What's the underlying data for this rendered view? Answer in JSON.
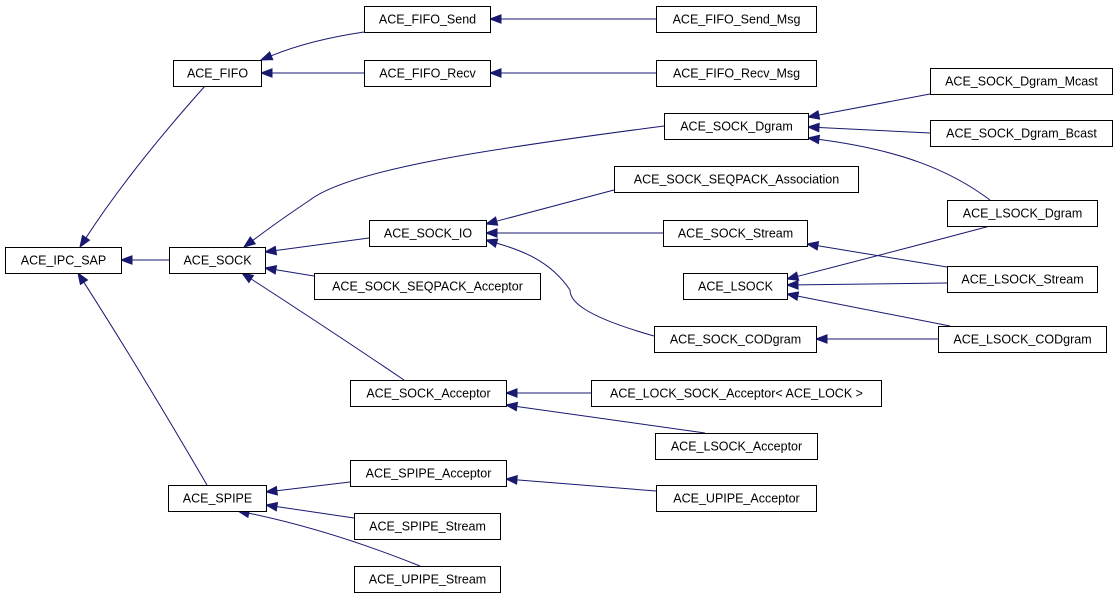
{
  "diagram": {
    "colors": {
      "edge": "#191970",
      "node_border": "#000000",
      "node_fill": "#ffffff"
    },
    "nodes": [
      {
        "id": "ipc_sap",
        "label": "ACE_IPC_SAP"
      },
      {
        "id": "fifo",
        "label": "ACE_FIFO"
      },
      {
        "id": "sock",
        "label": "ACE_SOCK"
      },
      {
        "id": "spipe",
        "label": "ACE_SPIPE"
      },
      {
        "id": "fifo_send",
        "label": "ACE_FIFO_Send"
      },
      {
        "id": "fifo_recv",
        "label": "ACE_FIFO_Recv"
      },
      {
        "id": "fifo_send_msg",
        "label": "ACE_FIFO_Send_Msg"
      },
      {
        "id": "fifo_recv_msg",
        "label": "ACE_FIFO_Recv_Msg"
      },
      {
        "id": "sock_dgram",
        "label": "ACE_SOCK_Dgram"
      },
      {
        "id": "sock_dgram_mcast",
        "label": "ACE_SOCK_Dgram_Mcast"
      },
      {
        "id": "sock_dgram_bcast",
        "label": "ACE_SOCK_Dgram_Bcast"
      },
      {
        "id": "sock_seqpack_assoc",
        "label": "ACE_SOCK_SEQPACK_Association"
      },
      {
        "id": "sock_io",
        "label": "ACE_SOCK_IO"
      },
      {
        "id": "sock_stream",
        "label": "ACE_SOCK_Stream"
      },
      {
        "id": "lsock_dgram",
        "label": "ACE_LSOCK_Dgram"
      },
      {
        "id": "lsock",
        "label": "ACE_LSOCK"
      },
      {
        "id": "lsock_stream",
        "label": "ACE_LSOCK_Stream"
      },
      {
        "id": "sock_seqpack_acceptor",
        "label": "ACE_SOCK_SEQPACK_Acceptor"
      },
      {
        "id": "sock_codgram",
        "label": "ACE_SOCK_CODgram"
      },
      {
        "id": "lsock_codgram",
        "label": "ACE_LSOCK_CODgram"
      },
      {
        "id": "sock_acceptor",
        "label": "ACE_SOCK_Acceptor"
      },
      {
        "id": "lock_sock_acceptor",
        "label": "ACE_LOCK_SOCK_Acceptor< ACE_LOCK >"
      },
      {
        "id": "lsock_acceptor",
        "label": "ACE_LSOCK_Acceptor"
      },
      {
        "id": "spipe_acceptor",
        "label": "ACE_SPIPE_Acceptor"
      },
      {
        "id": "upipe_acceptor",
        "label": "ACE_UPIPE_Acceptor"
      },
      {
        "id": "spipe_stream",
        "label": "ACE_SPIPE_Stream"
      },
      {
        "id": "upipe_stream",
        "label": "ACE_UPIPE_Stream"
      }
    ],
    "edges": [
      {
        "from": "fifo",
        "to": "ipc_sap"
      },
      {
        "from": "sock",
        "to": "ipc_sap"
      },
      {
        "from": "spipe",
        "to": "ipc_sap"
      },
      {
        "from": "fifo_send",
        "to": "fifo"
      },
      {
        "from": "fifo_recv",
        "to": "fifo"
      },
      {
        "from": "fifo_send_msg",
        "to": "fifo_send"
      },
      {
        "from": "fifo_recv_msg",
        "to": "fifo_recv"
      },
      {
        "from": "sock_dgram",
        "to": "sock"
      },
      {
        "from": "sock_io",
        "to": "sock"
      },
      {
        "from": "sock_seqpack_acceptor",
        "to": "sock"
      },
      {
        "from": "sock_acceptor",
        "to": "sock"
      },
      {
        "from": "sock_dgram_mcast",
        "to": "sock_dgram"
      },
      {
        "from": "sock_dgram_bcast",
        "to": "sock_dgram"
      },
      {
        "from": "lsock_dgram",
        "to": "sock_dgram"
      },
      {
        "from": "sock_seqpack_assoc",
        "to": "sock_io"
      },
      {
        "from": "sock_stream",
        "to": "sock_io"
      },
      {
        "from": "sock_codgram",
        "to": "sock_io"
      },
      {
        "from": "lsock_stream",
        "to": "sock_stream"
      },
      {
        "from": "lsock_dgram",
        "to": "lsock"
      },
      {
        "from": "lsock_stream",
        "to": "lsock"
      },
      {
        "from": "lsock_codgram",
        "to": "lsock"
      },
      {
        "from": "lsock_codgram",
        "to": "sock_codgram"
      },
      {
        "from": "lock_sock_acceptor",
        "to": "sock_acceptor"
      },
      {
        "from": "lsock_acceptor",
        "to": "sock_acceptor"
      },
      {
        "from": "spipe_acceptor",
        "to": "spipe"
      },
      {
        "from": "spipe_stream",
        "to": "spipe"
      },
      {
        "from": "upipe_stream",
        "to": "spipe"
      },
      {
        "from": "upipe_acceptor",
        "to": "spipe_acceptor"
      }
    ]
  }
}
